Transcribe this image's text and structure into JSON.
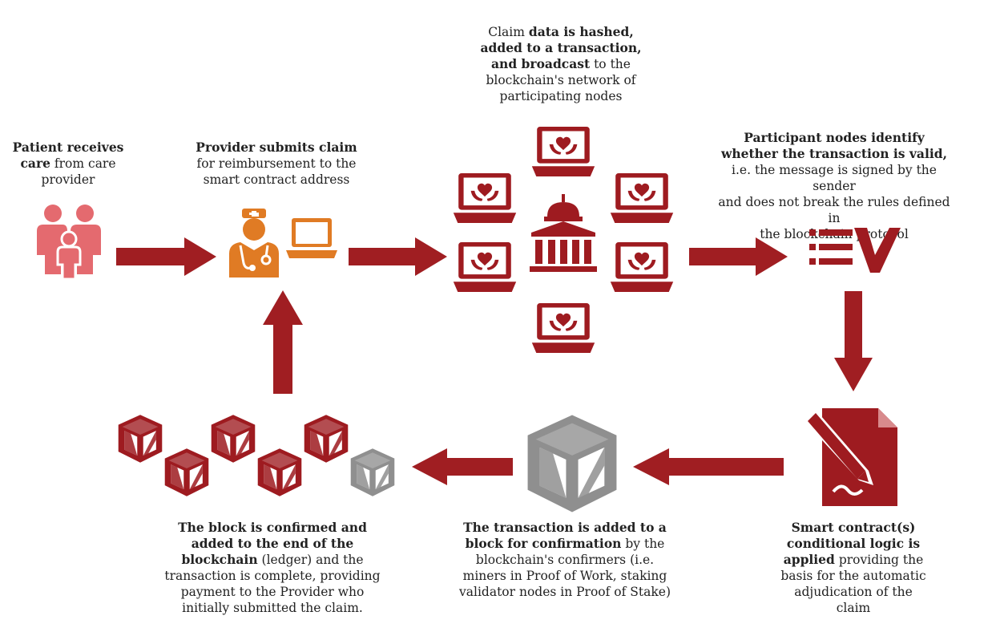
{
  "colors": {
    "primary": "#9e1b20",
    "arrow": "#a01e22",
    "provider": "#e07b24",
    "patient": "#e46a6f",
    "gray": "#8f8f8f"
  },
  "steps": {
    "patient": {
      "b1": "Patient receives",
      "b2": "care",
      "t2": " from care",
      "t3": "provider",
      "icon": "family-icon"
    },
    "provider": {
      "b1": "Provider submits claim",
      "t2": "for reimbursement to the",
      "t3": "smart contract address",
      "icons": [
        "doctor-icon",
        "laptop-icon"
      ]
    },
    "broadcast": {
      "t1": "Claim ",
      "b1": "data is hashed,",
      "b2": "added to a transaction,",
      "b3": "and broadcast",
      "t3": " to the",
      "t4": "blockchain's network of",
      "t5": "participating nodes",
      "icons": [
        "laptop-heart-icon",
        "government-building-icon"
      ]
    },
    "validate": {
      "b1": "Participant nodes identify",
      "b2": "whether the transaction is valid,",
      "t3": "i.e. the message is signed by the sender",
      "t4": "and does not break the rules defined in",
      "t5": "the blockchain protocol",
      "icon": "checklist-icon"
    },
    "contract": {
      "b1": "Smart contract(s)",
      "b2": "conditional logic is",
      "b3": "applied",
      "t3": " providing the",
      "t4": "basis for the automatic",
      "t5": "adjudication of the",
      "t6": "claim",
      "icon": "contract-signing-icon"
    },
    "block": {
      "b1": "The transaction is added to a",
      "b2": "block for confirmation",
      "t2": " by the",
      "t3": "blockchain's confirmers (i.e.",
      "t4": "miners in Proof of Work, staking",
      "t5": "validator nodes in Proof of Stake)",
      "icon": "block-cube-icon"
    },
    "chain": {
      "b1": "The block is confirmed and",
      "b2": "added to the end of the",
      "b3": "blockchain",
      "t3": " (ledger) and the",
      "t4": "transaction is complete, providing",
      "t5": "payment to the Provider who",
      "t6": "initially submitted the claim.",
      "icon": "blockchain-cubes-icon"
    }
  }
}
